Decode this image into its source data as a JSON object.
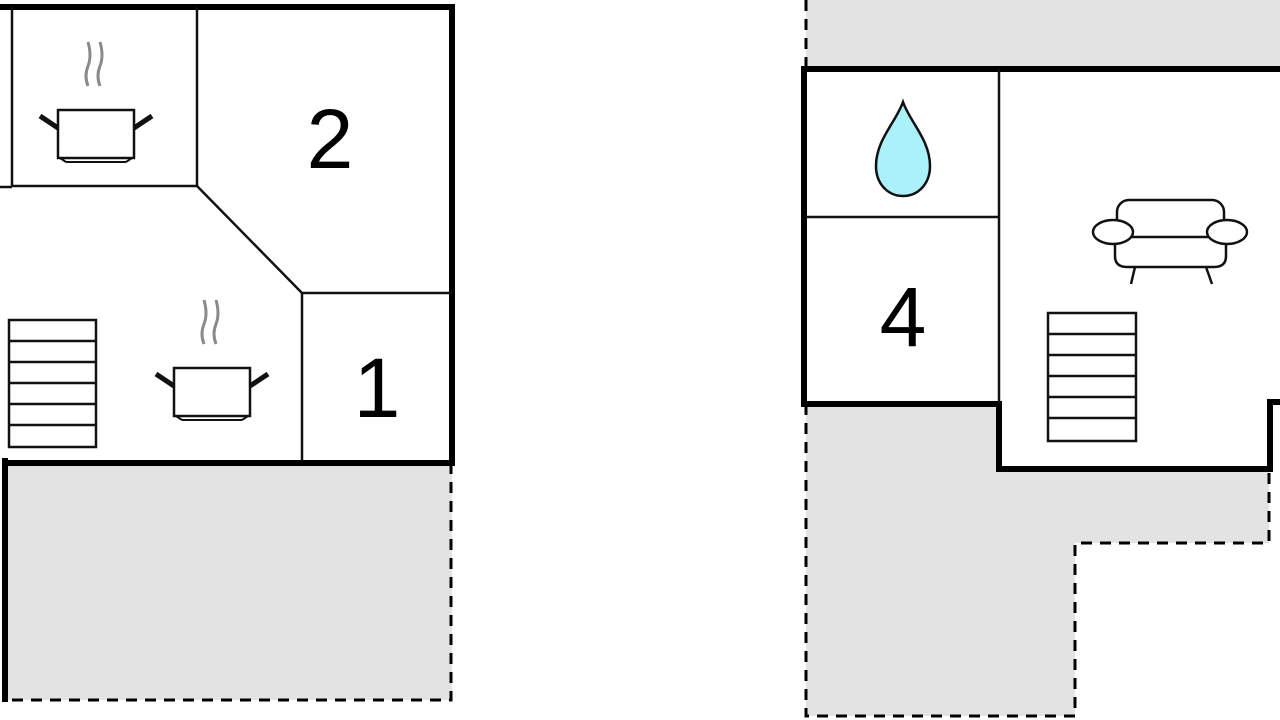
{
  "rooms": {
    "room_1": "1",
    "room_2": "2",
    "room_4": "4"
  },
  "icons": [
    "cooking-pot-icon",
    "stairs-icon",
    "water-drop-icon",
    "sofa-icon"
  ],
  "colors": {
    "wall": "#000000",
    "interior_line": "#111111",
    "terrace_fill": "#e3e3e3",
    "steam": "#8a8a8a",
    "water_drop": "#aaf1fa",
    "background": "#ffffff"
  }
}
